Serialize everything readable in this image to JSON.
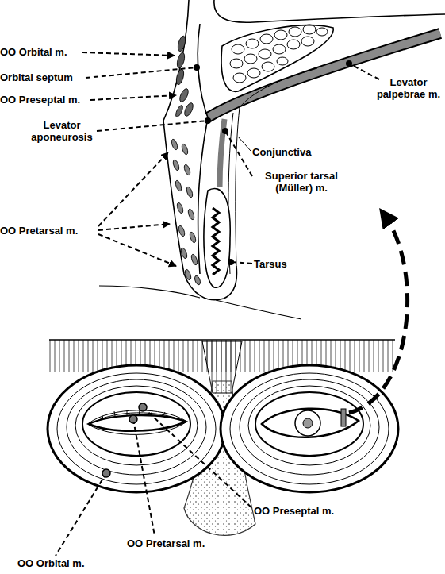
{
  "diagram": {
    "labels": [
      "OO Orbital m.",
      "Orbital septum",
      "OO Preseptal m.",
      "Levator aponeurosis",
      "OO Pretarsal m.",
      "Levator palpebrae m.",
      "Conjunctiva",
      "Superior tarsal (Müller) m.",
      "Tarsus",
      "OO Pretarsal m.",
      "OO Preseptal m.",
      "OO Orbital m."
    ]
  }
}
